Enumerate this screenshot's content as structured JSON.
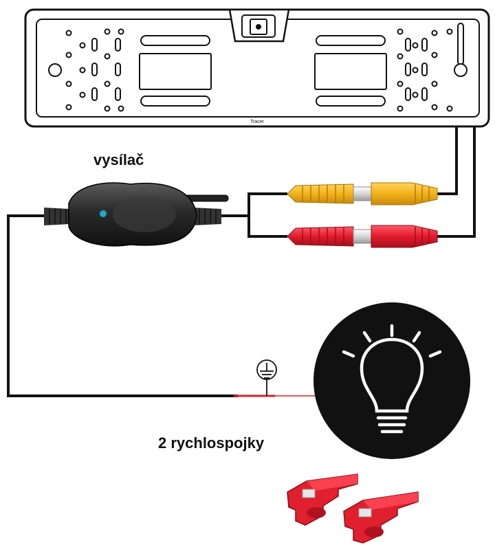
{
  "diagram": {
    "title": "",
    "labels": {
      "transmitter": "vysílač",
      "connectors": "2 rychlospojky"
    },
    "frame_brand_text": "Tracer",
    "components": [
      "license-plate-frame-camera",
      "wireless-transmitter",
      "yellow-rca-plug",
      "red-rca-plug",
      "ground-symbol",
      "reverse-light-bulb",
      "quick-connectors"
    ],
    "colors": {
      "wire": "#111111",
      "power_wire": "#d9202a",
      "yellow_plug": "#f2b21b",
      "red_plug": "#e21b2d",
      "connector_red": "#e0202e",
      "transmitter_body": "#2a2a2a",
      "led": "#2aa7c9",
      "bulb_circle": "#111111"
    }
  }
}
